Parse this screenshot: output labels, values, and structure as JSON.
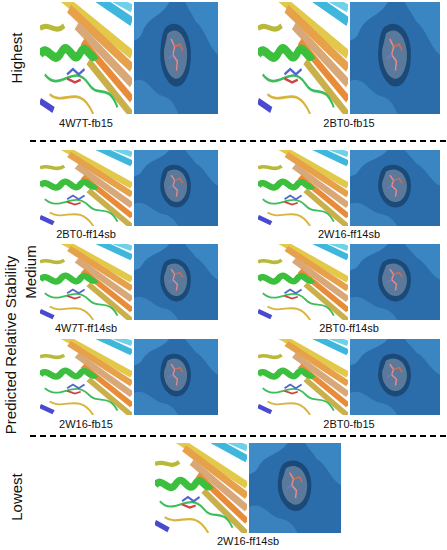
{
  "diagram": {
    "labels": [
      "Highest",
      "4W7T-fb15",
      "2BT0-fb15",
      "Predicted Relative Stability",
      "Medium",
      "2BT0-ff14sb",
      "2W16-ff14sb",
      "4W7T-ff14sb",
      "2BT0-ff14sb",
      "2W16-fb15",
      "2BT0-fb15",
      "Lowest",
      "2W16-ff14sb"
    ]
  }
}
